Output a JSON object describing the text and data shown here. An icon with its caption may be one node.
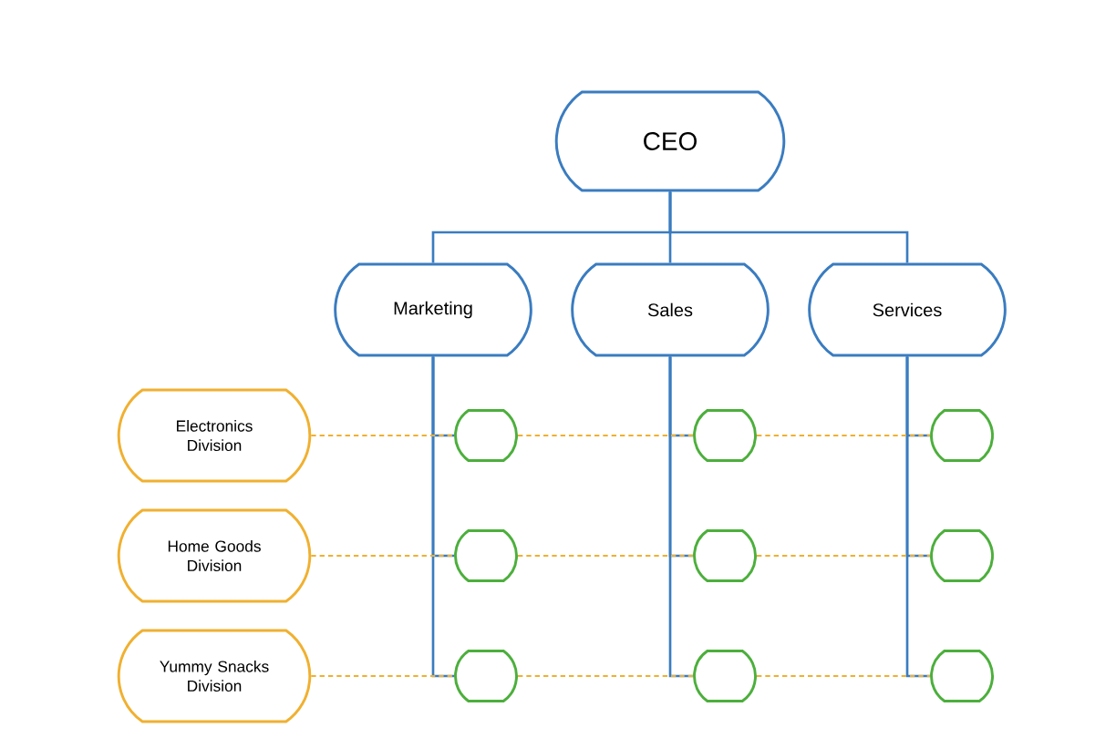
{
  "diagram": {
    "nodes": [
      {
        "text": [
          "CEO"
        ]
      },
      {
        "text": [
          "Marketing"
        ]
      },
      {
        "text": [
          "Sales"
        ]
      },
      {
        "text": [
          "Services"
        ]
      },
      {
        "text": [
          "Electronics Division"
        ]
      },
      {
        "text": [
          "Home Goods Division"
        ]
      },
      {
        "text": [
          "Yummy Snacks Division"
        ]
      },
      {
        "text": [],
        "shape": "box"
      },
      {
        "text": [],
        "shape": "box"
      },
      {
        "text": [],
        "shape": "box"
      },
      {
        "text": [],
        "shape": "box"
      },
      {
        "text": [],
        "shape": "box"
      },
      {
        "text": [],
        "shape": "box"
      },
      {
        "text": [],
        "shape": "box"
      },
      {
        "text": [],
        "shape": "box"
      },
      {
        "text": [],
        "shape": "box"
      }
    ],
    "edges": [
      {
        "from": 0,
        "to": 1,
        "arrow": "none"
      },
      {
        "from": 0,
        "to": 2,
        "arrow": "none"
      },
      {
        "from": 0,
        "to": 3,
        "arrow": "none"
      },
      {
        "from": 1,
        "to": 7,
        "arrow": "none"
      },
      {
        "from": 1,
        "to": 10,
        "arrow": "none"
      },
      {
        "from": 1,
        "to": 13,
        "arrow": "none"
      },
      {
        "from": 2,
        "to": 8,
        "arrow": "none"
      },
      {
        "from": 2,
        "to": 11,
        "arrow": "none"
      },
      {
        "from": 2,
        "to": 14,
        "arrow": "none"
      },
      {
        "from": 3,
        "to": 9,
        "arrow": "none"
      },
      {
        "from": 3,
        "to": 12,
        "arrow": "none"
      },
      {
        "from": 3,
        "to": 15,
        "arrow": "none"
      },
      {
        "from": 4,
        "to": 7,
        "arrow": "none",
        "style": "dashed",
        "color": "#f0b030"
      },
      {
        "from": 7,
        "to": 8,
        "arrow": "none",
        "style": "dashed",
        "color": "#f0b030"
      },
      {
        "from": 8,
        "to": 9,
        "arrow": "none",
        "style": "dashed",
        "color": "#f0b030"
      },
      {
        "from": 5,
        "to": 10,
        "arrow": "none",
        "style": "dashed",
        "color": "#f0b030"
      },
      {
        "from": 10,
        "to": 11,
        "arrow": "none",
        "style": "dashed",
        "color": "#f0b030"
      },
      {
        "from": 11,
        "to": 12,
        "arrow": "none",
        "style": "dashed",
        "color": "#f0b030"
      },
      {
        "from": 6,
        "to": 13,
        "arrow": "none",
        "style": "dashed",
        "color": "#f0b030"
      },
      {
        "from": 13,
        "to": 14,
        "arrow": "none",
        "style": "dashed",
        "color": "#f0b030"
      },
      {
        "from": 14,
        "to": 15,
        "arrow": "none",
        "style": "dashed",
        "color": "#f0b030"
      }
    ]
  }
}
